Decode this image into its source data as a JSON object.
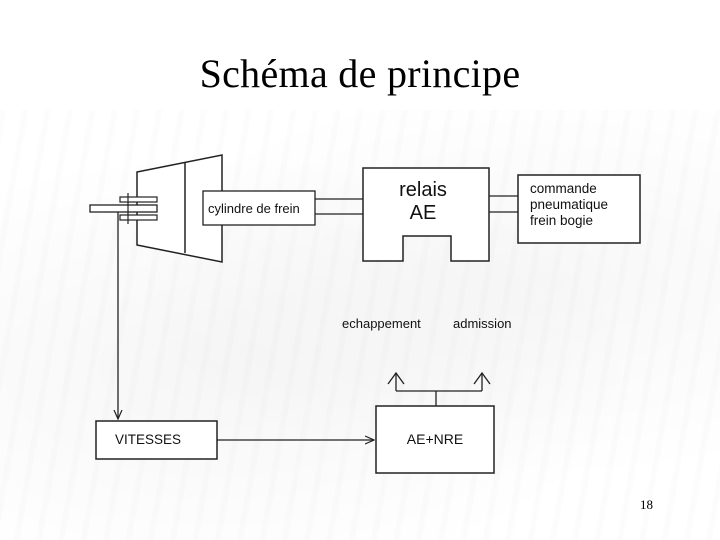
{
  "title": "Schéma de principe",
  "page_number": "18",
  "diagram": {
    "cylinder_label": "cylindre de frein",
    "relais_line1": "relais",
    "relais_line2": "AE",
    "commande_line1": "commande",
    "commande_line2": "pneumatique",
    "commande_line3": "frein bogie",
    "echappement": "echappement",
    "admission": "admission",
    "vitesses": "VITESSES",
    "ae_nre": "AE+NRE"
  }
}
